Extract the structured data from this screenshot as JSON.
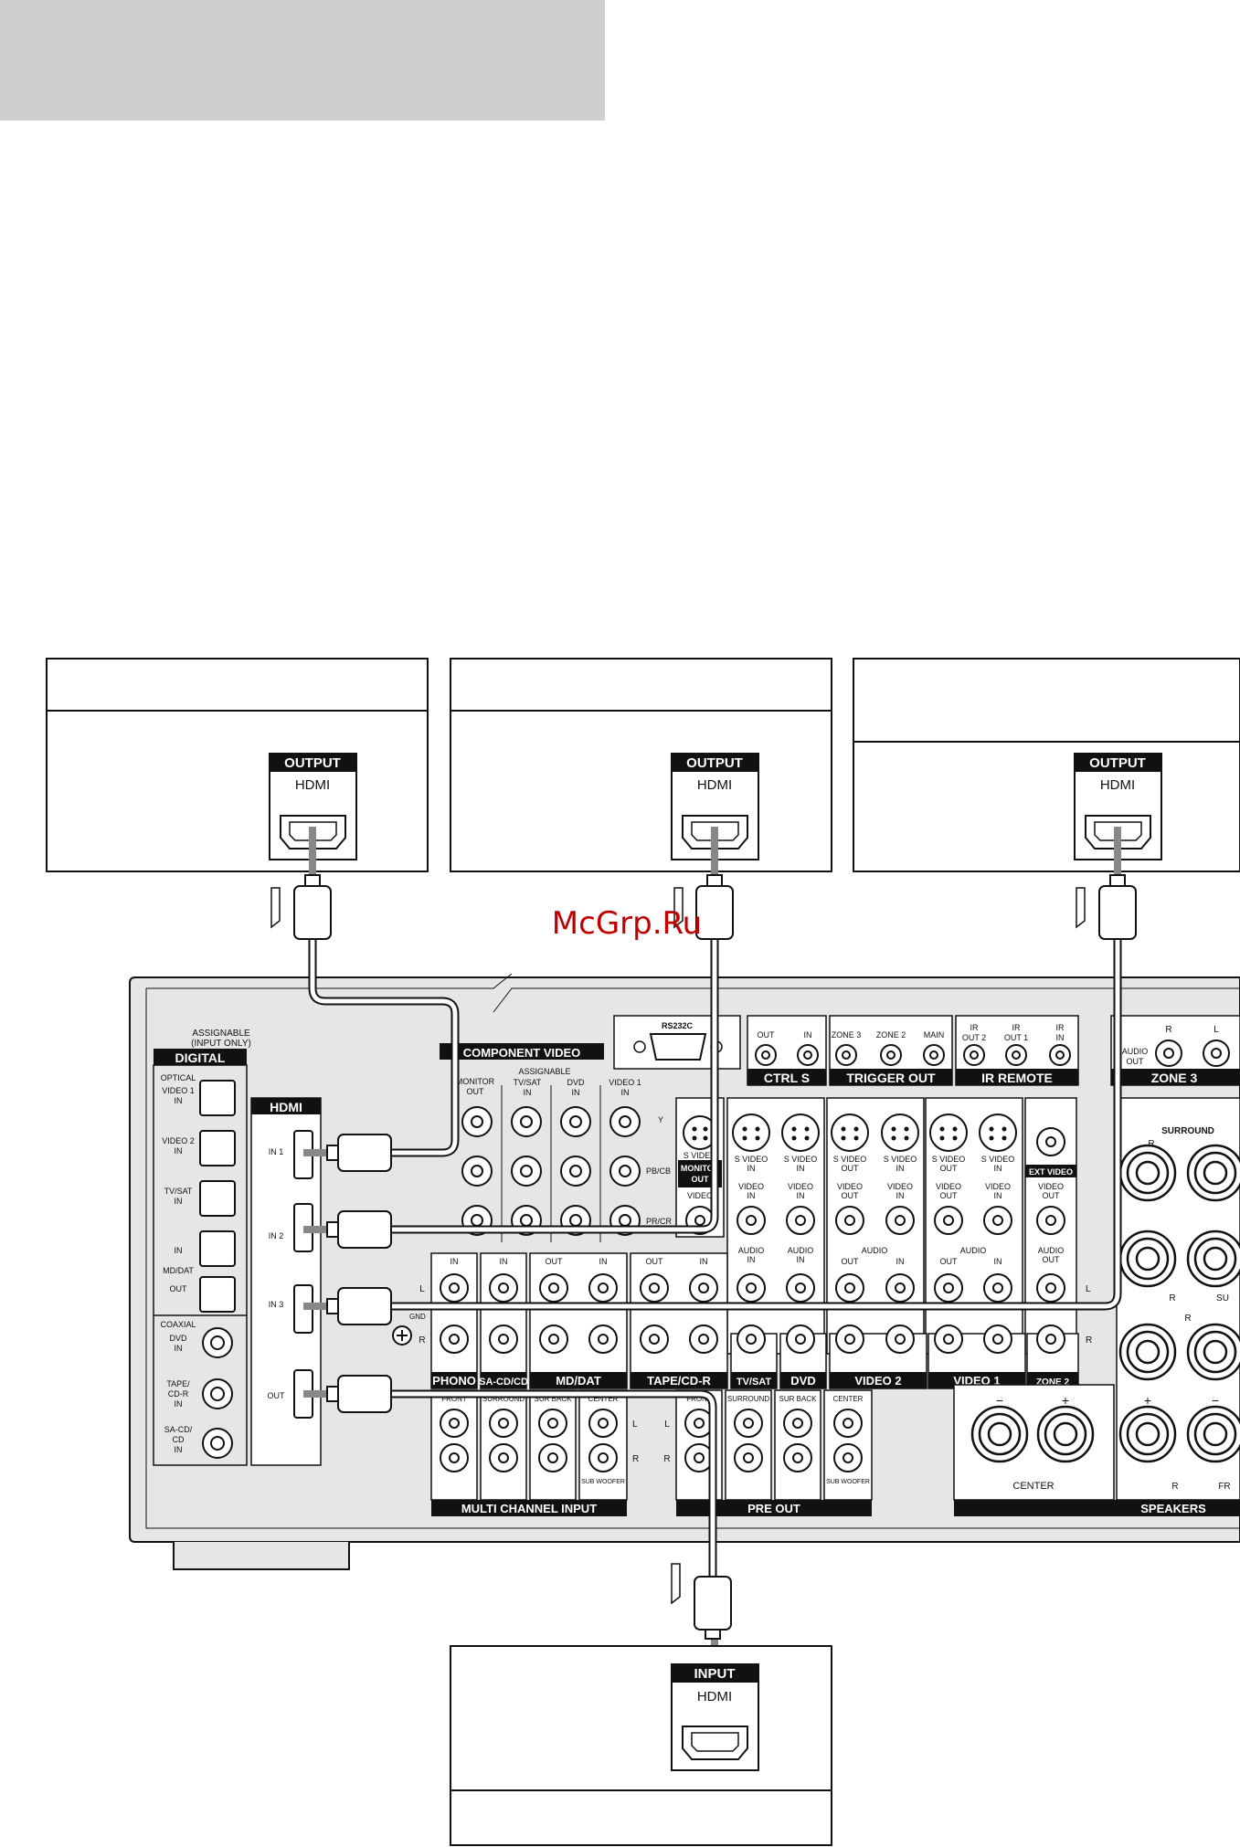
{
  "watermark": "McGrp.Ru",
  "source_devices": [
    {
      "port_header": "OUTPUT",
      "port_type": "HDMI"
    },
    {
      "port_header": "OUTPUT",
      "port_type": "HDMI"
    },
    {
      "port_header": "OUTPUT",
      "port_type": "HDMI"
    }
  ],
  "sink_device": {
    "port_header": "INPUT",
    "port_type": "HDMI"
  },
  "receiver": {
    "digital": {
      "assignable": "ASSIGNABLE",
      "input_only": "(INPUT ONLY)",
      "title": "DIGITAL",
      "optical": "OPTICAL",
      "video1": "VIDEO 1",
      "video2": "VIDEO 2",
      "tvsat": "TV/SAT",
      "in": "IN",
      "mddat": "MD/DAT",
      "out": "OUT",
      "coaxial": "COAXIAL",
      "dvd": "DVD",
      "taper": "TAPE/",
      "cdr": "CD-R",
      "sacd": "SA-CD/",
      "cd": "CD"
    },
    "hdmi": {
      "title": "HDMI",
      "in1": "IN 1",
      "in2": "IN 2",
      "in3": "IN 3",
      "out": "OUT"
    },
    "component_video": {
      "title": "COMPONENT VIDEO",
      "monitor_out": "MONITOR",
      "out": "OUT",
      "assignable": "ASSIGNABLE",
      "tvsat": "TV/SAT",
      "dvd": "DVD",
      "video1": "VIDEO 1",
      "in": "IN",
      "y": "Y",
      "pb": "PB/CB",
      "pr": "PR/CR"
    },
    "rs232c": "RS232C",
    "ctrl_s": {
      "title": "CTRL S",
      "out": "OUT",
      "in": "IN"
    },
    "trigger_out": {
      "title": "TRIGGER OUT",
      "zone3": "ZONE 3",
      "zone2": "ZONE 2",
      "main": "MAIN"
    },
    "ir_remote": {
      "title": "IR REMOTE",
      "ir": "IR",
      "out2": "OUT 2",
      "out1": "OUT 1",
      "in": "IN"
    },
    "zone3": {
      "title": "ZONE 3",
      "audio_out": "AUDIO",
      "out": "OUT",
      "r": "R",
      "l": "L"
    },
    "video_section": {
      "monitor": "MONITOR",
      "s_video": "S VIDEO",
      "video": "VIDEO",
      "in": "IN",
      "out": "OUT",
      "audio": "AUDIO",
      "ext_video": "EXT VIDEO"
    },
    "audio_row": {
      "phono": "PHONO",
      "sacd": "SA-CD/CD",
      "mddat": "MD/DAT",
      "tapecdr": "TAPE/CD-R",
      "tvsat": "TV/SAT",
      "dvd": "DVD",
      "video2": "VIDEO 2",
      "video1": "VIDEO 1",
      "zone2": "ZONE 2",
      "in": "IN",
      "out": "OUT",
      "l": "L",
      "r": "R",
      "gnd": "GND"
    },
    "multi_channel": {
      "title": "MULTI CHANNEL INPUT",
      "front": "FRONT",
      "surround": "SURROUND",
      "sur_back": "SUR BACK",
      "center": "CENTER",
      "sub_woofer": "SUB WOOFER"
    },
    "pre_out": {
      "title": "PRE OUT",
      "front": "FRONT",
      "surround": "SURROUND",
      "sur_back": "SUR BACK",
      "center": "CENTER",
      "sub_woofer": "SUB WOOFER"
    },
    "speakers": {
      "title": "SPEAKERS",
      "center": "CENTER",
      "surround": "SURROUND",
      "minus": "−",
      "plus": "+",
      "r": "R",
      "sur": "SU",
      "fr": "FR"
    }
  }
}
